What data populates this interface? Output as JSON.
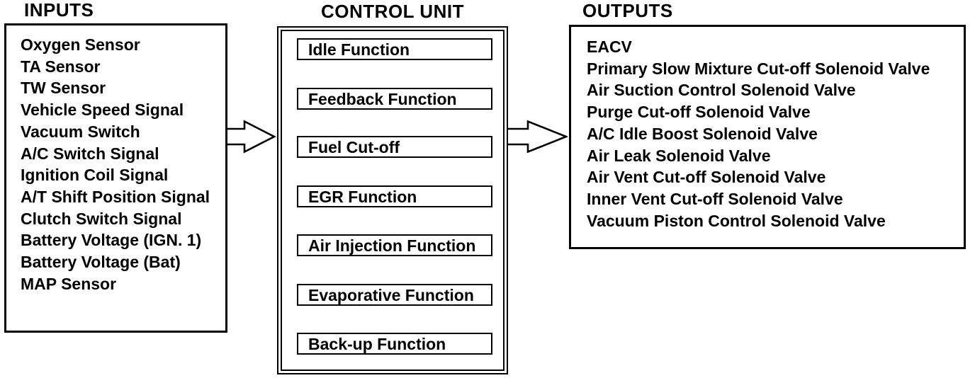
{
  "page": {
    "colors": {
      "ink": "#000000",
      "background": "#ffffff"
    }
  },
  "inputs": {
    "title": "INPUTS",
    "items": [
      "Oxygen Sensor",
      "TA Sensor",
      "TW Sensor",
      "Vehicle Speed Signal",
      "Vacuum Switch",
      "A/C Switch Signal",
      "Ignition Coil Signal",
      "A/T Shift Position Signal",
      "Clutch Switch Signal",
      "Battery Voltage (IGN. 1)",
      "Battery Voltage (Bat)",
      "MAP Sensor"
    ]
  },
  "control_unit": {
    "title": "CONTROL UNIT",
    "functions": [
      "Idle Function",
      "Feedback Function",
      "Fuel Cut-off",
      "EGR Function",
      "Air Injection Function",
      "Evaporative Function",
      "Back-up Function"
    ]
  },
  "outputs": {
    "title": "OUTPUTS",
    "items": [
      "EACV",
      "Primary Slow Mixture Cut-off Solenoid Valve",
      "Air Suction Control Solenoid Valve",
      "Purge Cut-off Solenoid Valve",
      "A/C Idle Boost Solenoid Valve",
      "Air Leak Solenoid Valve",
      "Air Vent Cut-off Solenoid Valve",
      "Inner Vent Cut-off Solenoid Valve",
      "Vacuum Piston Control Solenoid Valve"
    ]
  },
  "arrows": [
    {
      "name": "inputs-to-control-unit",
      "direction": "right"
    },
    {
      "name": "control-unit-to-outputs",
      "direction": "right"
    }
  ]
}
